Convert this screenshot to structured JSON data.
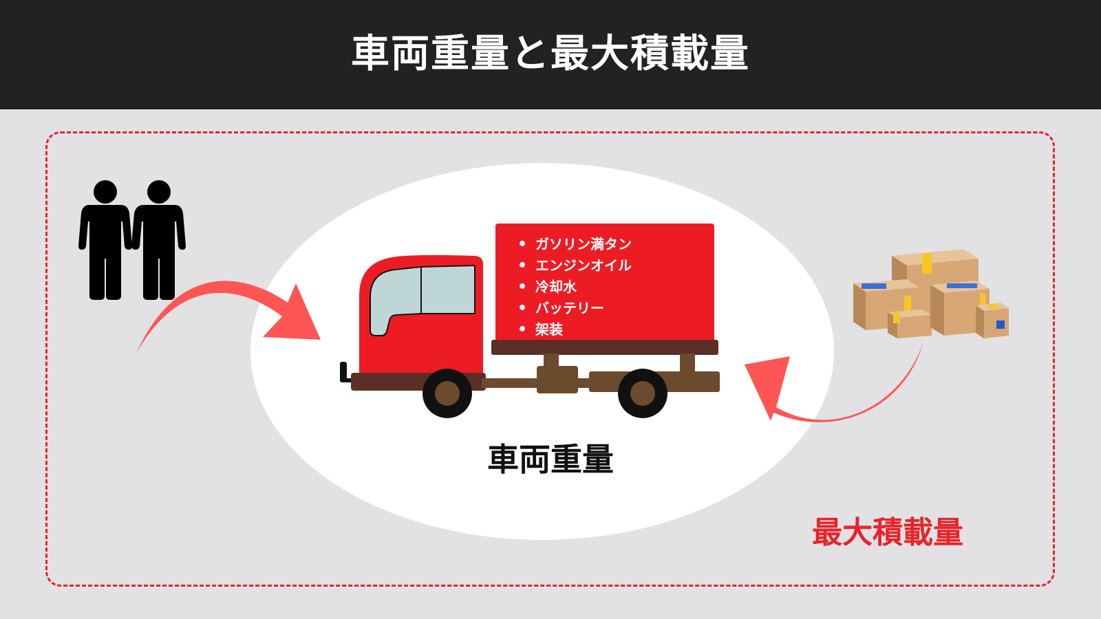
{
  "header": {
    "title": "車両重量と最大積載量"
  },
  "cargo_items": [
    "ガソリン満タン",
    "エンジンオイル",
    "冷却水",
    "バッテリー",
    "架装"
  ],
  "labels": {
    "vehicle_weight": "車両重量",
    "max_payload": "最大積載量"
  },
  "icons": {
    "people": "two-people-icon",
    "truck": "truck-icon",
    "boxes": "cardboard-boxes-icon",
    "arrows": "curved-arrow-icon"
  },
  "colors": {
    "header_bg": "#222222",
    "background": "#e2e2e4",
    "accent_red": "#e8232a",
    "truck_body": "#ed1c24",
    "arrow": "#ff5555",
    "chassis": "#5c2e28"
  }
}
